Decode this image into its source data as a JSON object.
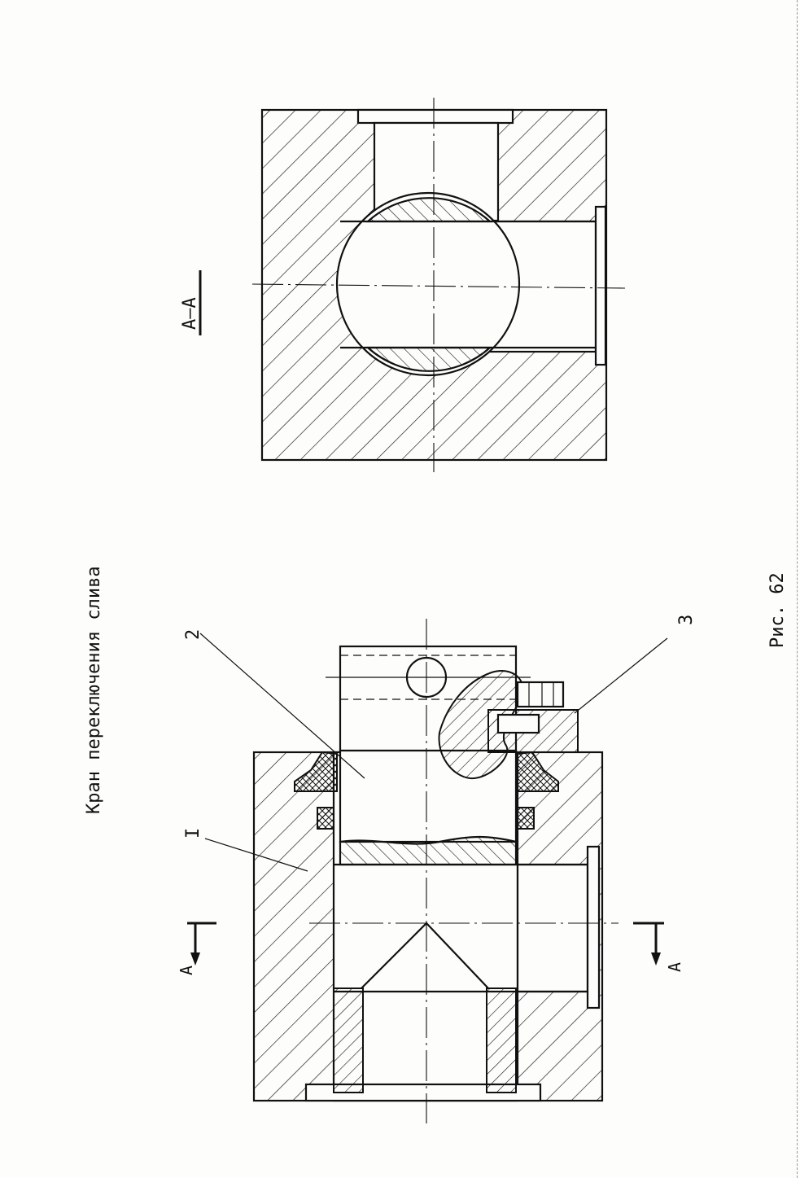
{
  "title": "Кран переключения слива",
  "section_label": "А–А",
  "section_mark_left": "А",
  "section_mark_right": "А",
  "callouts": {
    "part_1": "I",
    "part_2": "2",
    "part_3": "3"
  },
  "caption": "Рис. 62",
  "colors": {
    "ink": "#111111",
    "paper": "#fdfdfb"
  }
}
